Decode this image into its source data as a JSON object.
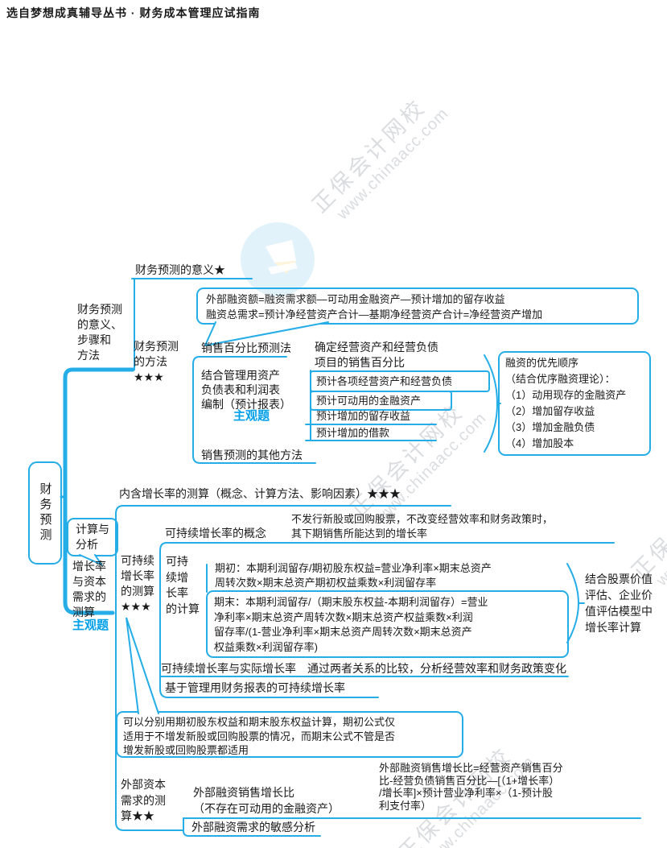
{
  "colors": {
    "accent": "#25ade8",
    "subjective_label": "#00a0e8",
    "text": "#1a1a1a",
    "watermark": "#bdc1c6"
  },
  "header": {
    "title": "选自梦想成真辅导丛书 · 财务成本管理应试指南"
  },
  "root": {
    "label": "财务预测"
  },
  "branch1": {
    "label": "财务预测\n的意义、\n步骤和\n方法",
    "meaning": "财务预测的意义★",
    "external_financing_formula": "外部融资额=融资需求额—可动用金融资产—预计增加的留存收益\n融资总需求=预计净经营资产合计—基期净经营资产合计=净经营资产增加",
    "methods": "财务预测\n的方法\n★★★",
    "sales_percentage_method": "销售百分比预测法",
    "steps": [
      "确定经营资产和经营负债\n项目的销售百分比",
      "预计各项经营资产和经营负债",
      "预计可动用的金融资产",
      "预计增加的留存收益",
      "预计增加的借款"
    ],
    "financing_priority": "融资的优先顺序\n（结合优序融资理论）：\n（1）动用现存的金融资产\n（2）增加留存收益\n（3）增加金融负债\n（4）增加股本",
    "compile_statements": "结合管理用资产\n负债表和利润表\n编制（预计报表）",
    "subjective": "主观题",
    "other_methods": "销售预测的其他方法"
  },
  "branch2": {
    "callout": "计算与\n分析",
    "label": "增长率\n与资本\n需求的\n测算",
    "subjective": "主观题",
    "internal_growth": "内含增长率的测算（概念、计算方法、影响因素）★★★",
    "sustainable_label": "可持续\n增长率\n的测算\n★★★",
    "concept_label": "可持续增长率的概念",
    "concept_text": "不发行新股或回购股票，不改变经营效率和财务政策时，\n其下期销售所能达到的增长率",
    "calc_label": "可持\n续增\n长率\n的计算",
    "beginning_formula": "期初：本期利润留存/期初股东权益=营业净利率×期末总资产\n周转次数×期末总资产期初权益乘数×利润留存率",
    "ending_formula": "期末：本期利润留存/（期末股东权益-本期利润留存）=营业\n净利率×期末总资产周转次数×期末总资产权益乘数×利润\n留存率/(1-营业净利率×期末总资产周转次数×期末总资产\n权益乘数×利润留存率)",
    "valuation_note": "结合股票价值\n评估、企业价\n值评估模型中\n增长率计算",
    "vs_actual": "可持续增长率与实际增长率　通过两者关系的比较，分析经营效率和财务政策变化",
    "managerial": "基于管理用财务报表的可持续增长率",
    "equity_note": "可以分别用期初股东权益和期末股东权益计算，期初公式仅\n适用于不增发新股或回购股票的情况，而期末公式不管是否\n增发新股或回购股票都适用",
    "external_label": "外部资本\n需求的测\n算★★",
    "efn_ratio": "外部融资销售增长比\n（不存在可动用的金融资产）",
    "efn_formula": "外部融资销售增长比=经营资产销售百分\n比-经营负债销售百分比—[（1+增长率）\n/增长率]×预计营业净利率×（1-预计股\n利支付率）",
    "sensitivity": "外部融资需求的敏感分析"
  },
  "watermark": {
    "line1": "正保会计网校",
    "line2": "www.chinaacc.com"
  }
}
